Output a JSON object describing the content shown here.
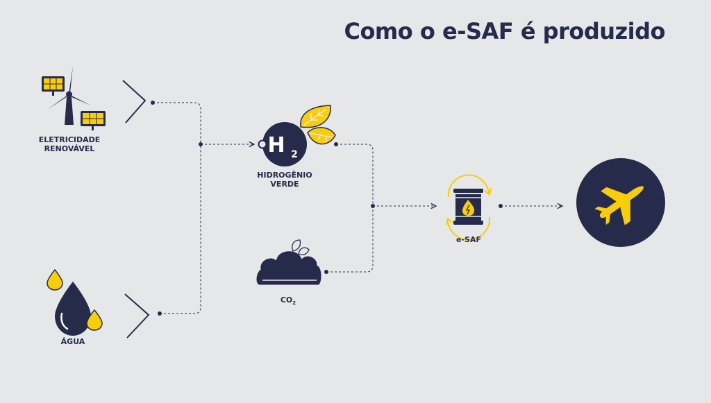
{
  "title": "Como o e-SAF é produzido",
  "colors": {
    "navy": "#262a4b",
    "yellow": "#f7cd0c",
    "background": "#e6e7e9"
  },
  "nodes": {
    "electricity": {
      "label_line1": "ELETRICIDADE",
      "label_line2": "RENOVÁVEL",
      "icons": [
        "solar-panel-icon",
        "wind-turbine-icon"
      ]
    },
    "water": {
      "label": "ÁGUA",
      "icons": [
        "water-drop-icon"
      ]
    },
    "hydrogen": {
      "label_line1": "HIDROGÊNIO",
      "label_line2": "VERDE",
      "symbol": "H",
      "subscript": "2",
      "icons": [
        "leaf-icon"
      ]
    },
    "co2": {
      "label": "CO",
      "subscript": "2",
      "icons": [
        "cloud-icon"
      ]
    },
    "esaf": {
      "label": "e-SAF",
      "icons": [
        "fuel-barrel-icon",
        "cycle-arrows-icon"
      ]
    },
    "airplane": {
      "icons": [
        "airplane-icon"
      ]
    }
  }
}
